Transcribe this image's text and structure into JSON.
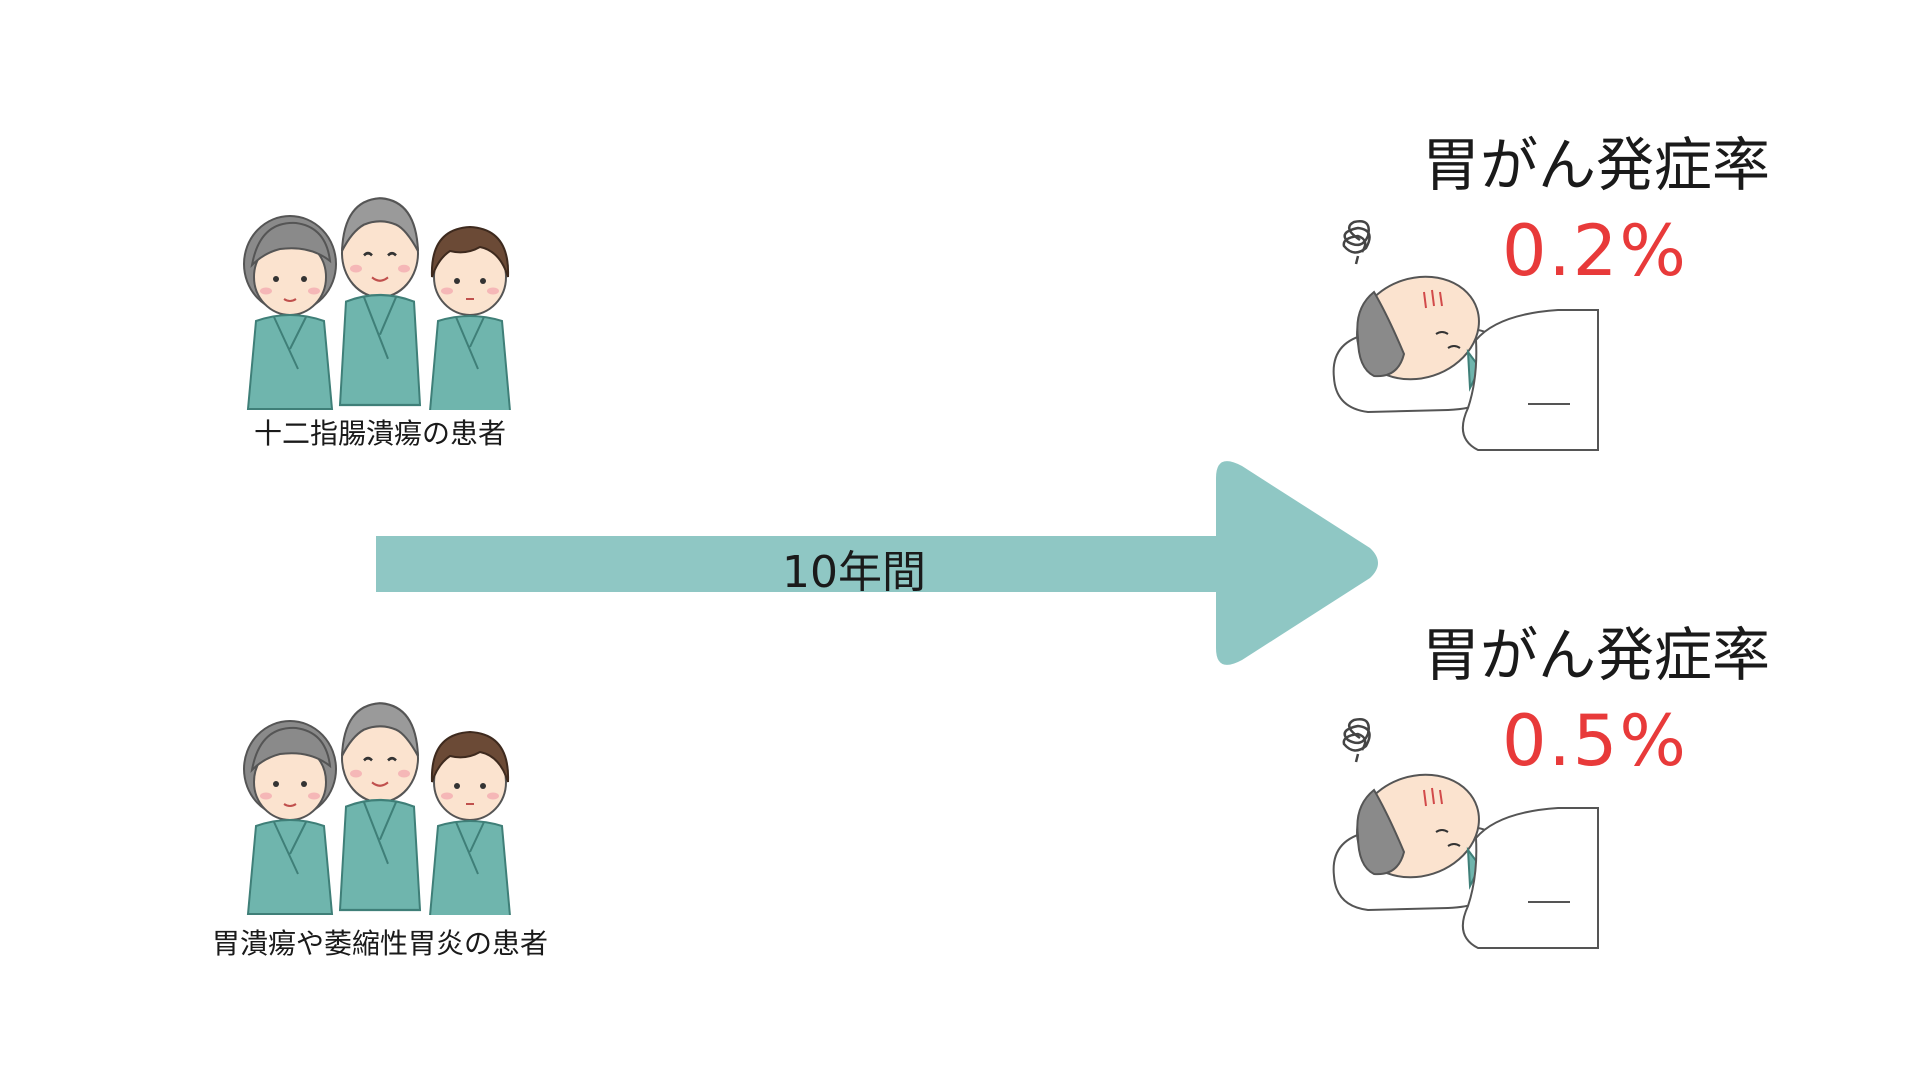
{
  "colors": {
    "arrow": "#8fc7c4",
    "rate_value": "#e83a3a",
    "gown": "#6fb5ad",
    "skin": "#fbe3cf",
    "hair_gray": "#8a8a8a",
    "hair_brown": "#6b4a36"
  },
  "groups": [
    {
      "label": "十二指腸潰瘍の患者",
      "icon": "patients-group-icon"
    },
    {
      "label": "胃潰瘍や萎縮性胃炎の患者",
      "icon": "patients-group-icon"
    }
  ],
  "arrow": {
    "label": "10年間"
  },
  "outcomes": [
    {
      "title": "胃がん発症率",
      "value": "0.2%",
      "icon": "sick-patient-in-bed-icon"
    },
    {
      "title": "胃がん発症率",
      "value": "0.5%",
      "icon": "sick-patient-in-bed-icon"
    }
  ]
}
